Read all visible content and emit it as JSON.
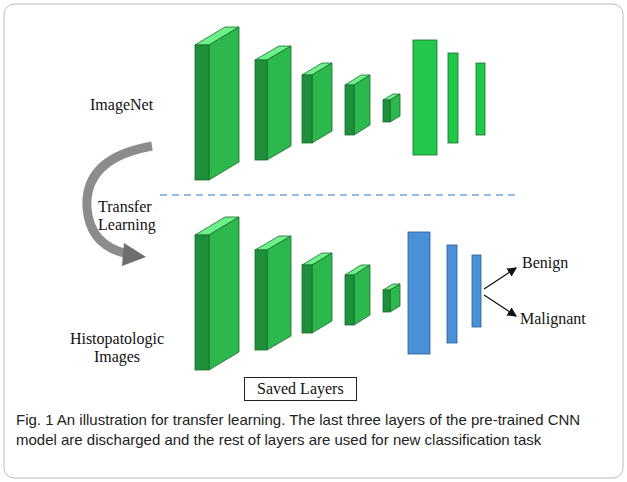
{
  "diagram": {
    "caption": "Fig. 1 An illustration for transfer learning. The last three layers of the pre-trained CNN model are discharged and the rest of layers are used for new classification task",
    "nodes": [
      {
        "text": [
          "Saved Layers"
        ]
      }
    ],
    "labels": [
      "ImageNet",
      "Transfer Learning",
      "Histopatologic Images",
      "Benign",
      "Malignant"
    ]
  }
}
